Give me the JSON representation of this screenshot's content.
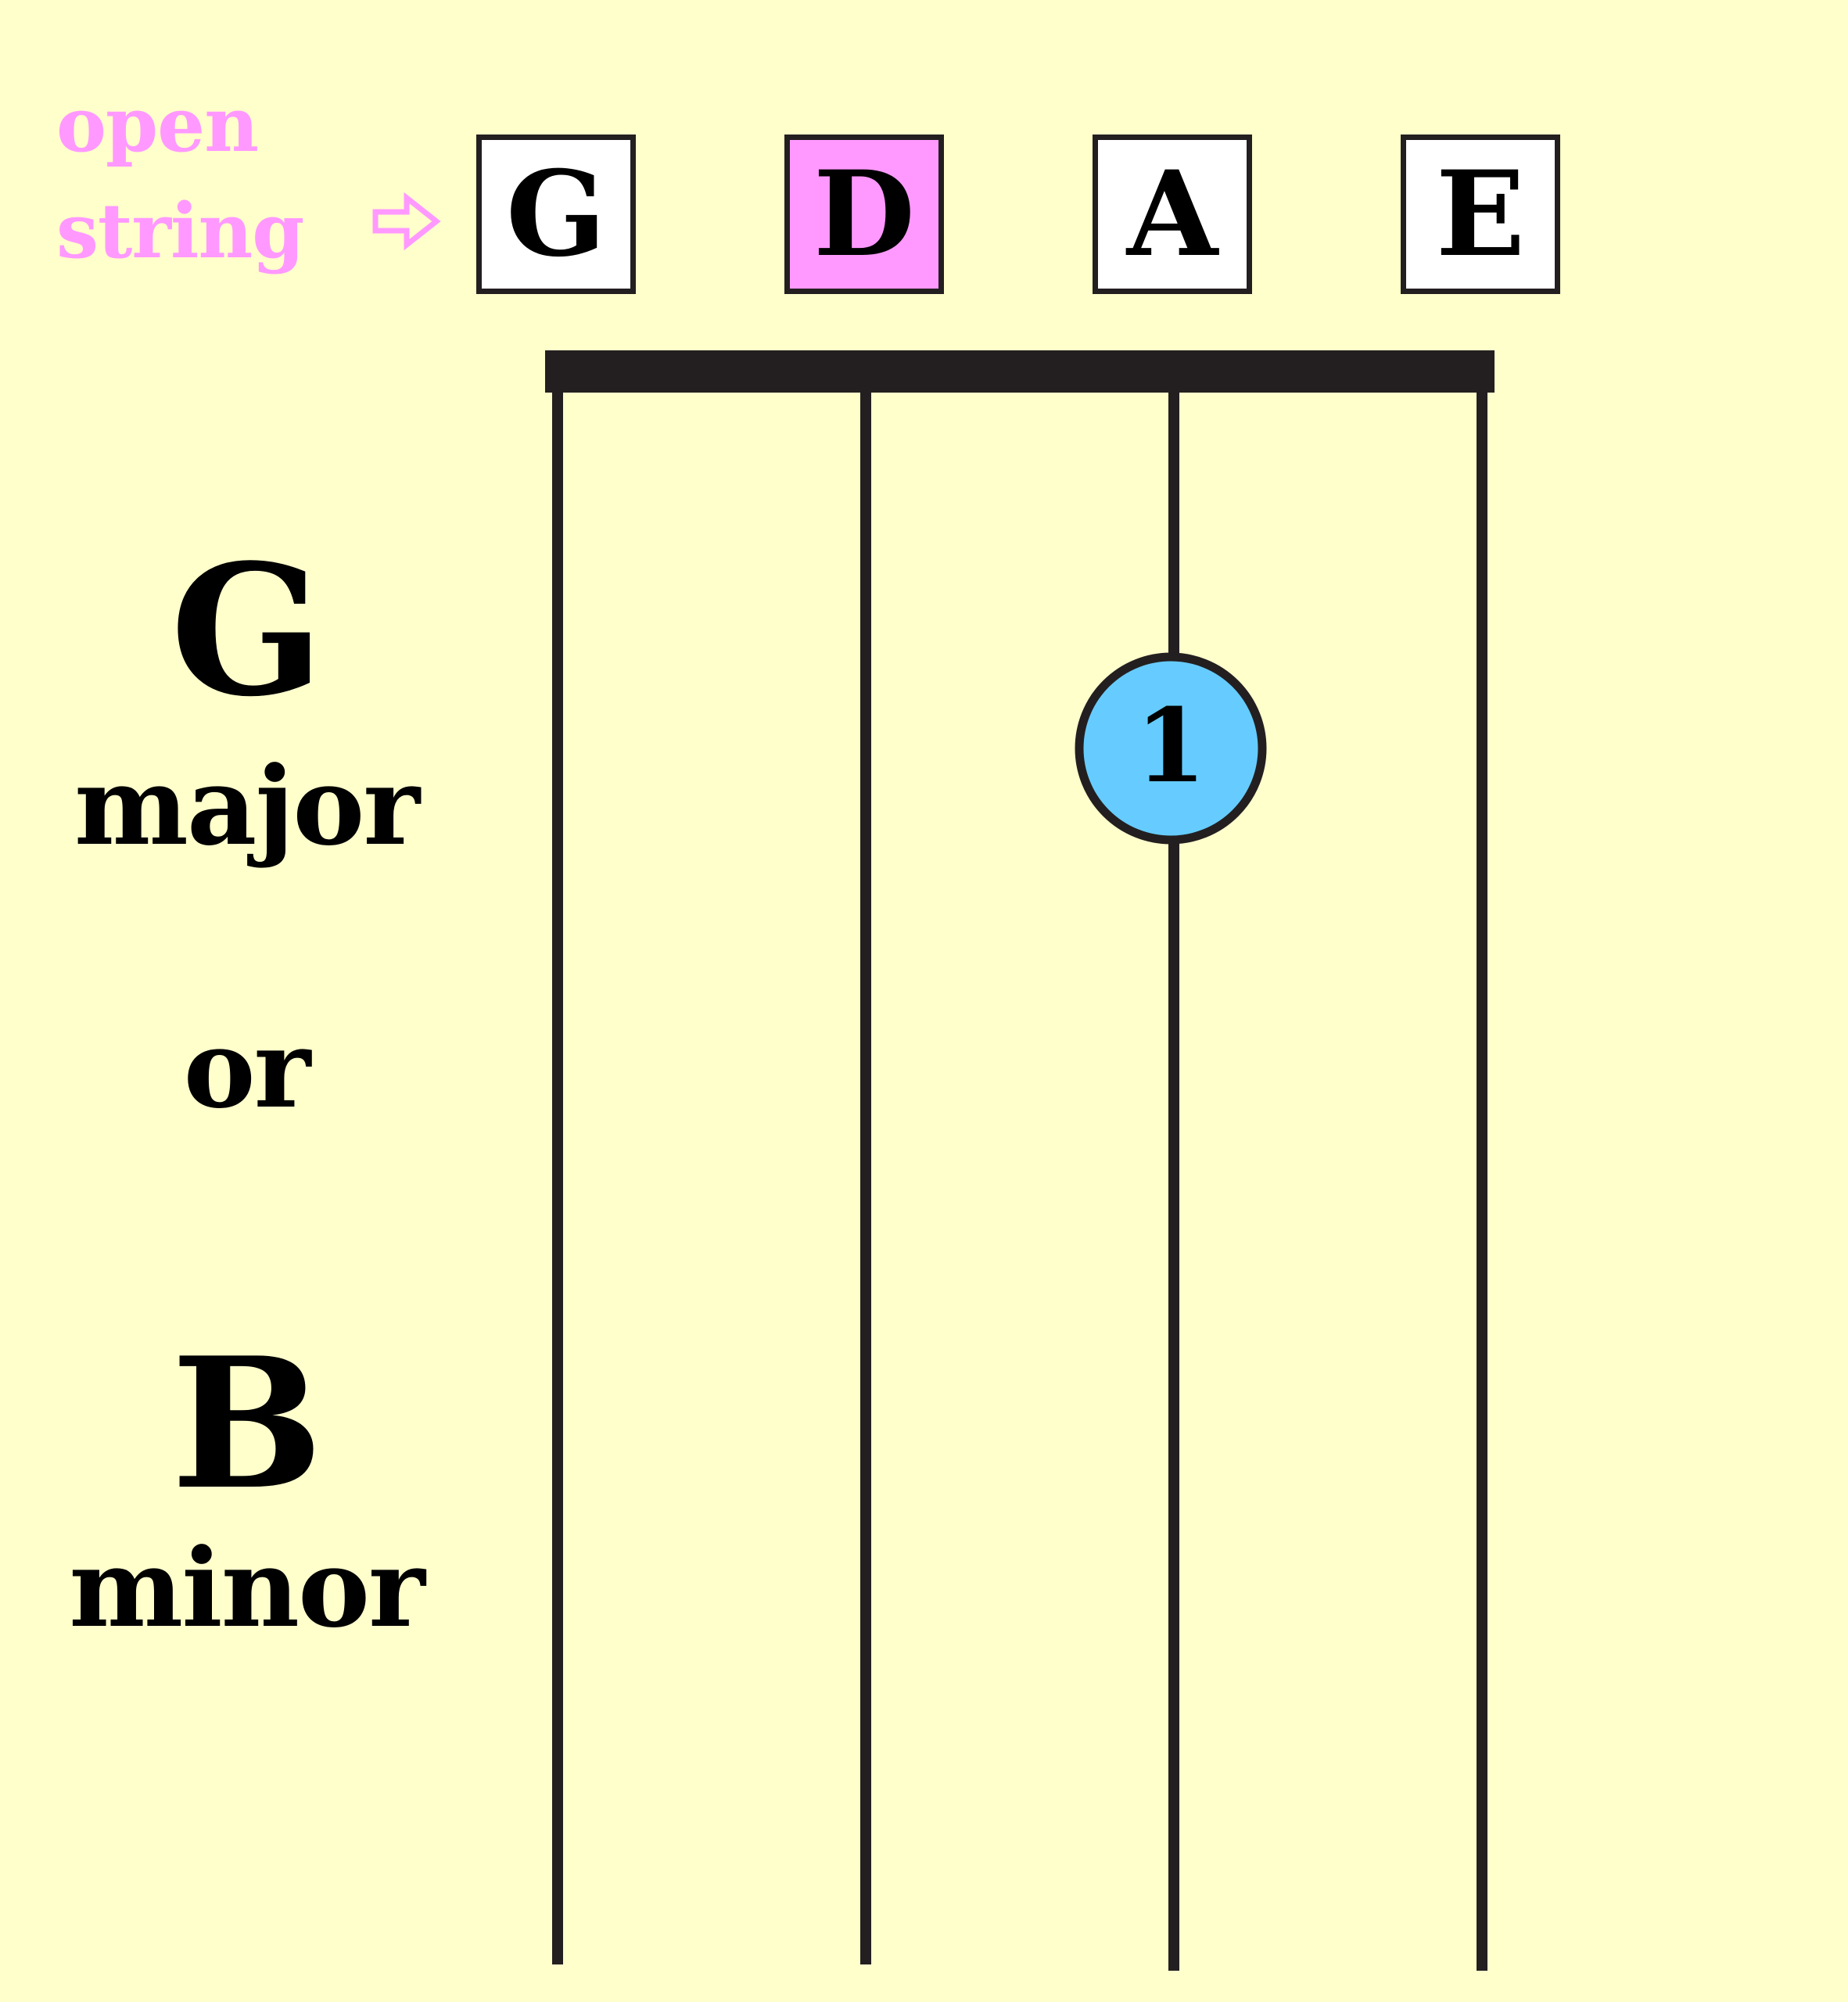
{
  "colors": {
    "background": "#ffffcc",
    "ink": "#231f20",
    "open_string_highlight": "#ff99ff",
    "open_label": "#ff99ff",
    "finger_dot": "#66ccff",
    "box_default": "#ffffff"
  },
  "open_string_label": {
    "line1": "open",
    "line2": "string",
    "arrow_icon": "right-arrow-outline-icon"
  },
  "strings": [
    {
      "name": "G",
      "highlighted": false
    },
    {
      "name": "D",
      "highlighted": true
    },
    {
      "name": "A",
      "highlighted": false
    },
    {
      "name": "E",
      "highlighted": false
    }
  ],
  "chord_name": {
    "root1": "G",
    "quality1": "major",
    "connector": "or",
    "root2": "B",
    "quality2": "minor"
  },
  "fingers": [
    {
      "string": "A",
      "finger": "1"
    }
  ]
}
